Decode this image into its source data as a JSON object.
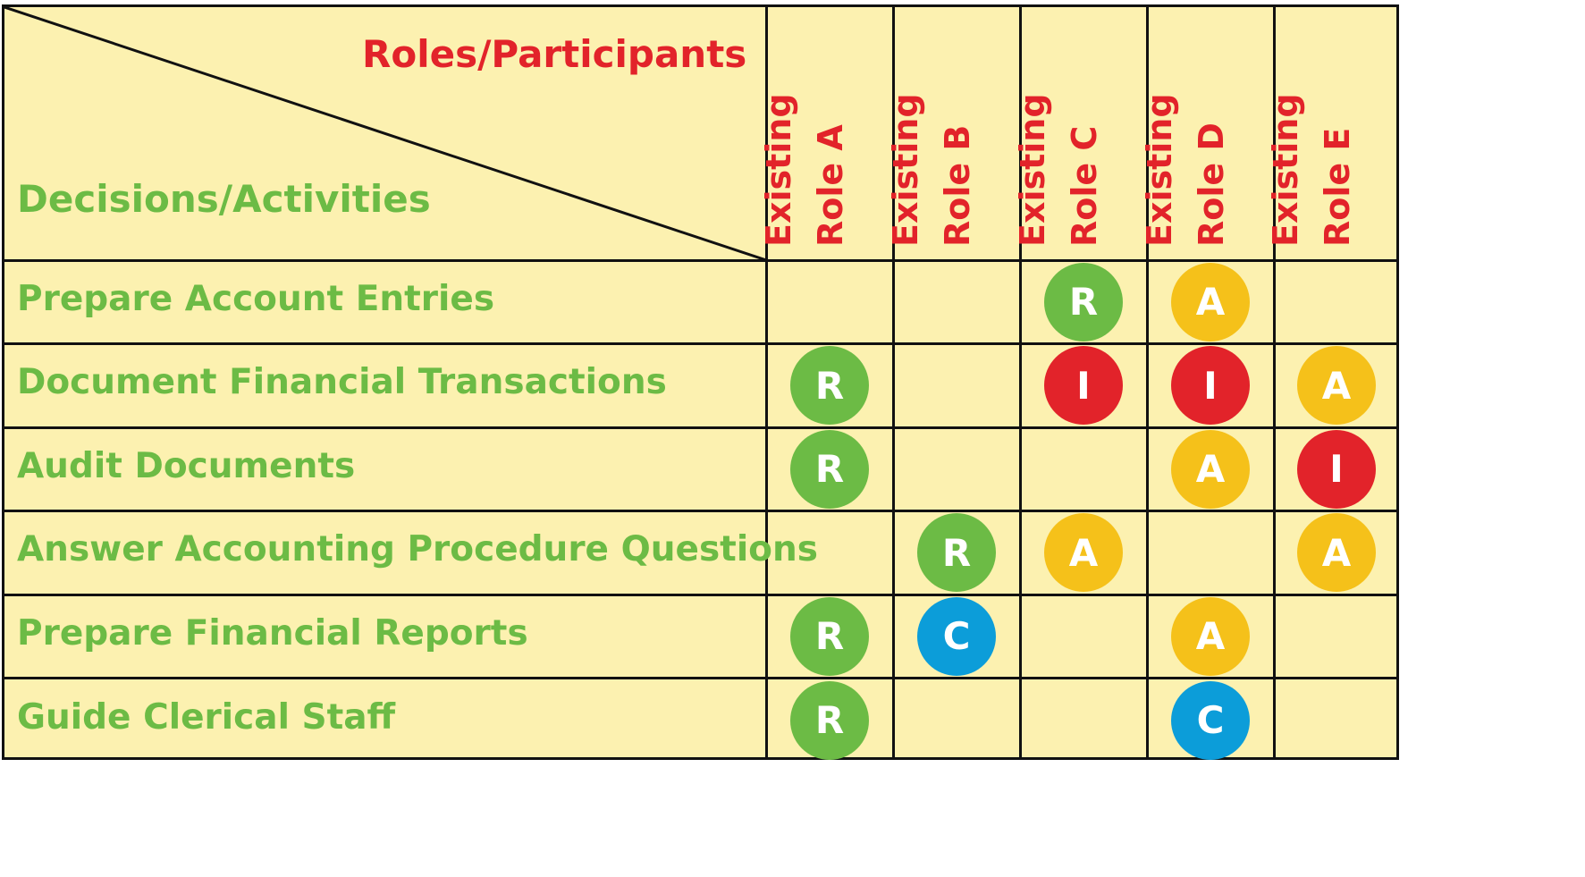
{
  "header": {
    "roles_title": "Roles/Participants",
    "activities_title": "Decisions/Activities"
  },
  "roles": [
    {
      "line1": "Existing",
      "line2": "Role A"
    },
    {
      "line1": "Existing",
      "line2": "Role B"
    },
    {
      "line1": "Existing",
      "line2": "Role C"
    },
    {
      "line1": "Existing",
      "line2": "Role D"
    },
    {
      "line1": "Existing",
      "line2": "Role E"
    }
  ],
  "activities": [
    {
      "label": "Prepare Account Entries",
      "cells": [
        "",
        "",
        "R",
        "A",
        ""
      ]
    },
    {
      "label": "Document Financial Transactions",
      "cells": [
        "R",
        "",
        "I",
        "I",
        "A"
      ]
    },
    {
      "label": "Audit Documents",
      "cells": [
        "R",
        "",
        "",
        "A",
        "I"
      ]
    },
    {
      "label": "Answer Accounting Procedure Questions",
      "cells": [
        "",
        "R",
        "A",
        "",
        "A"
      ]
    },
    {
      "label": "Prepare Financial Reports",
      "cells": [
        "R",
        "C",
        "",
        "A",
        ""
      ]
    },
    {
      "label": "Guide Clerical Staff",
      "cells": [
        "R",
        "",
        "",
        "C",
        ""
      ]
    }
  ],
  "colors": {
    "R": "#6cbb45",
    "A": "#f5c11a",
    "I": "#e2232a",
    "C": "#0c9dd9",
    "background": "#fcf1b0",
    "role_text": "#e2232a",
    "activity_text": "#6cbb45"
  }
}
